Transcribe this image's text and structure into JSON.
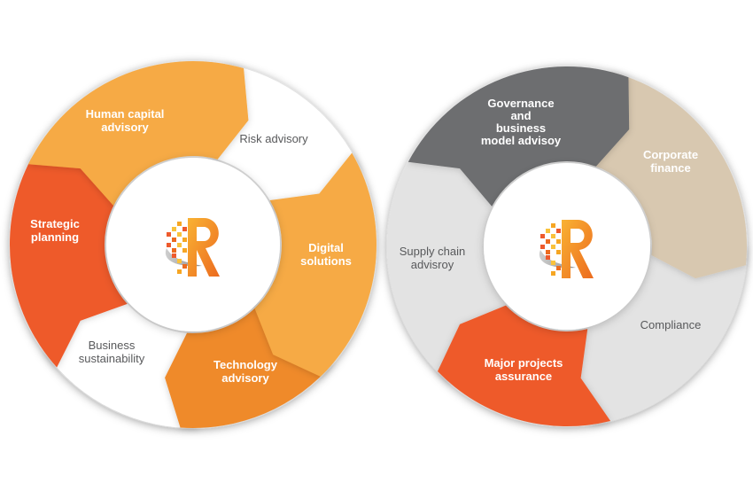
{
  "colors": {
    "orange_light": "#f6aa44",
    "orange_mid": "#f19a2e",
    "orange_deep": "#ef8a2a",
    "red_orange": "#ee5a2c",
    "white_segment": "#ffffff",
    "grey_dark": "#6d6e70",
    "beige": "#d8c8b0",
    "grey_light": "#e3e3e3",
    "text_dark": "#58595b"
  },
  "left_wheel": {
    "segments": [
      {
        "id": "risk",
        "lines": [
          "Risk advisory"
        ]
      },
      {
        "id": "digital",
        "lines": [
          "Digital",
          "solutions"
        ]
      },
      {
        "id": "technology",
        "lines": [
          "Technology",
          "advisory"
        ]
      },
      {
        "id": "business",
        "lines": [
          "Business",
          "sustainability"
        ]
      },
      {
        "id": "strategic",
        "lines": [
          "Strategic",
          "planning"
        ]
      },
      {
        "id": "human",
        "lines": [
          "Human capital",
          "advisory"
        ]
      }
    ],
    "logo_icon": "r-pixel-logo-icon"
  },
  "right_wheel": {
    "segments": [
      {
        "id": "governance",
        "lines": [
          "Governance",
          "and",
          "business",
          "model advisoy"
        ]
      },
      {
        "id": "corporate",
        "lines": [
          "Corporate",
          "finance"
        ]
      },
      {
        "id": "compliance",
        "lines": [
          "Compliance"
        ]
      },
      {
        "id": "major",
        "lines": [
          "Major projects",
          "assurance"
        ]
      },
      {
        "id": "supply",
        "lines": [
          "Supply chain",
          "advisroy"
        ]
      }
    ],
    "logo_icon": "r-pixel-logo-icon"
  }
}
